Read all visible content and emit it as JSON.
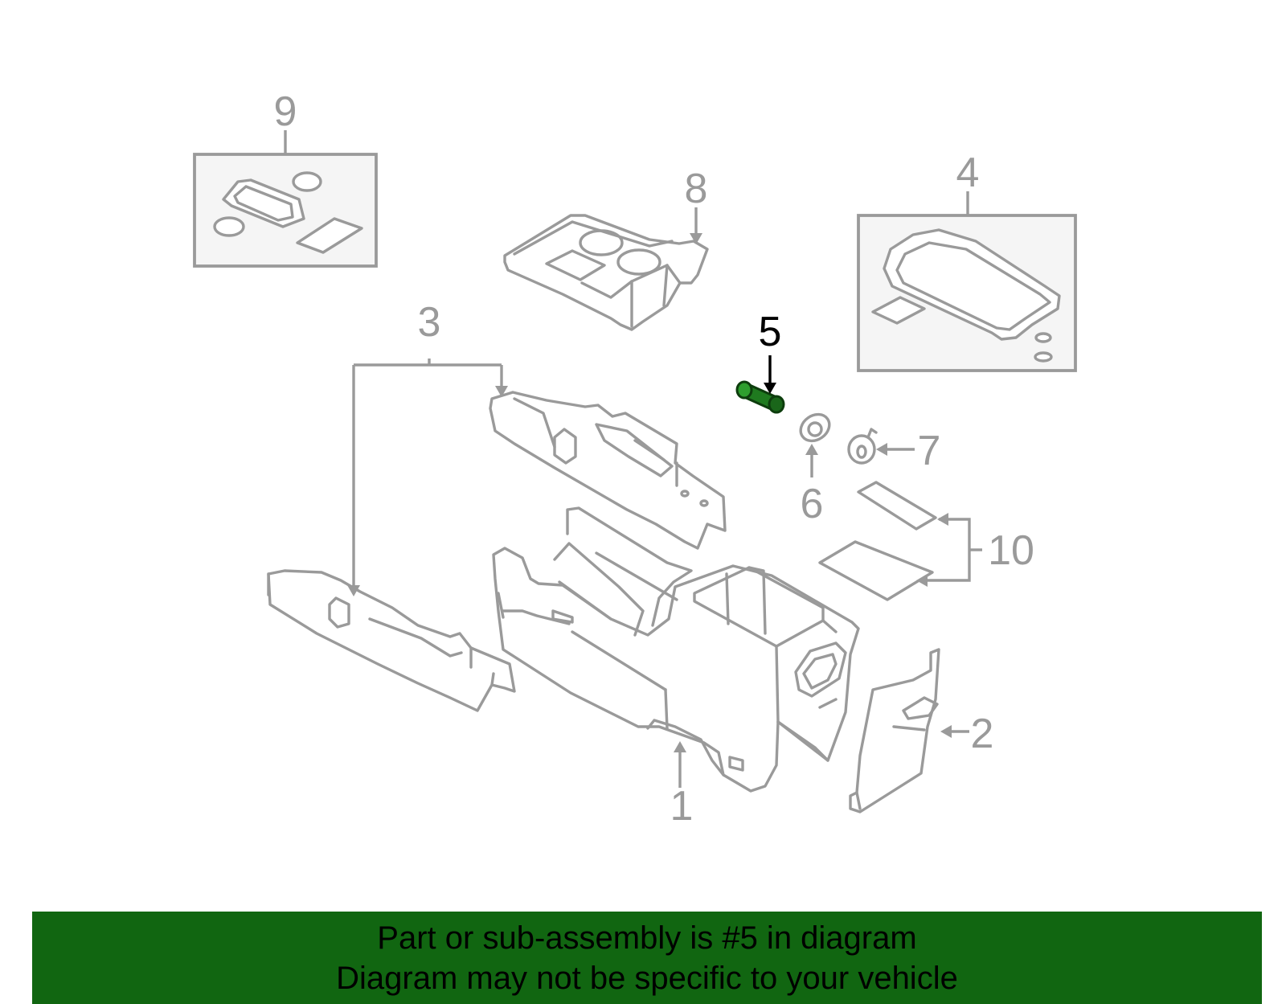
{
  "callouts": {
    "c1": "1",
    "c2": "2",
    "c3": "3",
    "c4": "4",
    "c5": "5",
    "c6": "6",
    "c7": "7",
    "c8": "8",
    "c9": "9",
    "c10": "10"
  },
  "highlight": {
    "part_number": "5",
    "color": "#1f7a1f",
    "callout_color": "#000000"
  },
  "colors": {
    "line": "#9a9a9a",
    "box_fill": "#f5f5f5",
    "banner_bg": "#116611",
    "banner_text": "#000000"
  },
  "banner": {
    "line1": "Part or sub-assembly is #5 in diagram",
    "line2": "Diagram may not be specific to your vehicle"
  }
}
